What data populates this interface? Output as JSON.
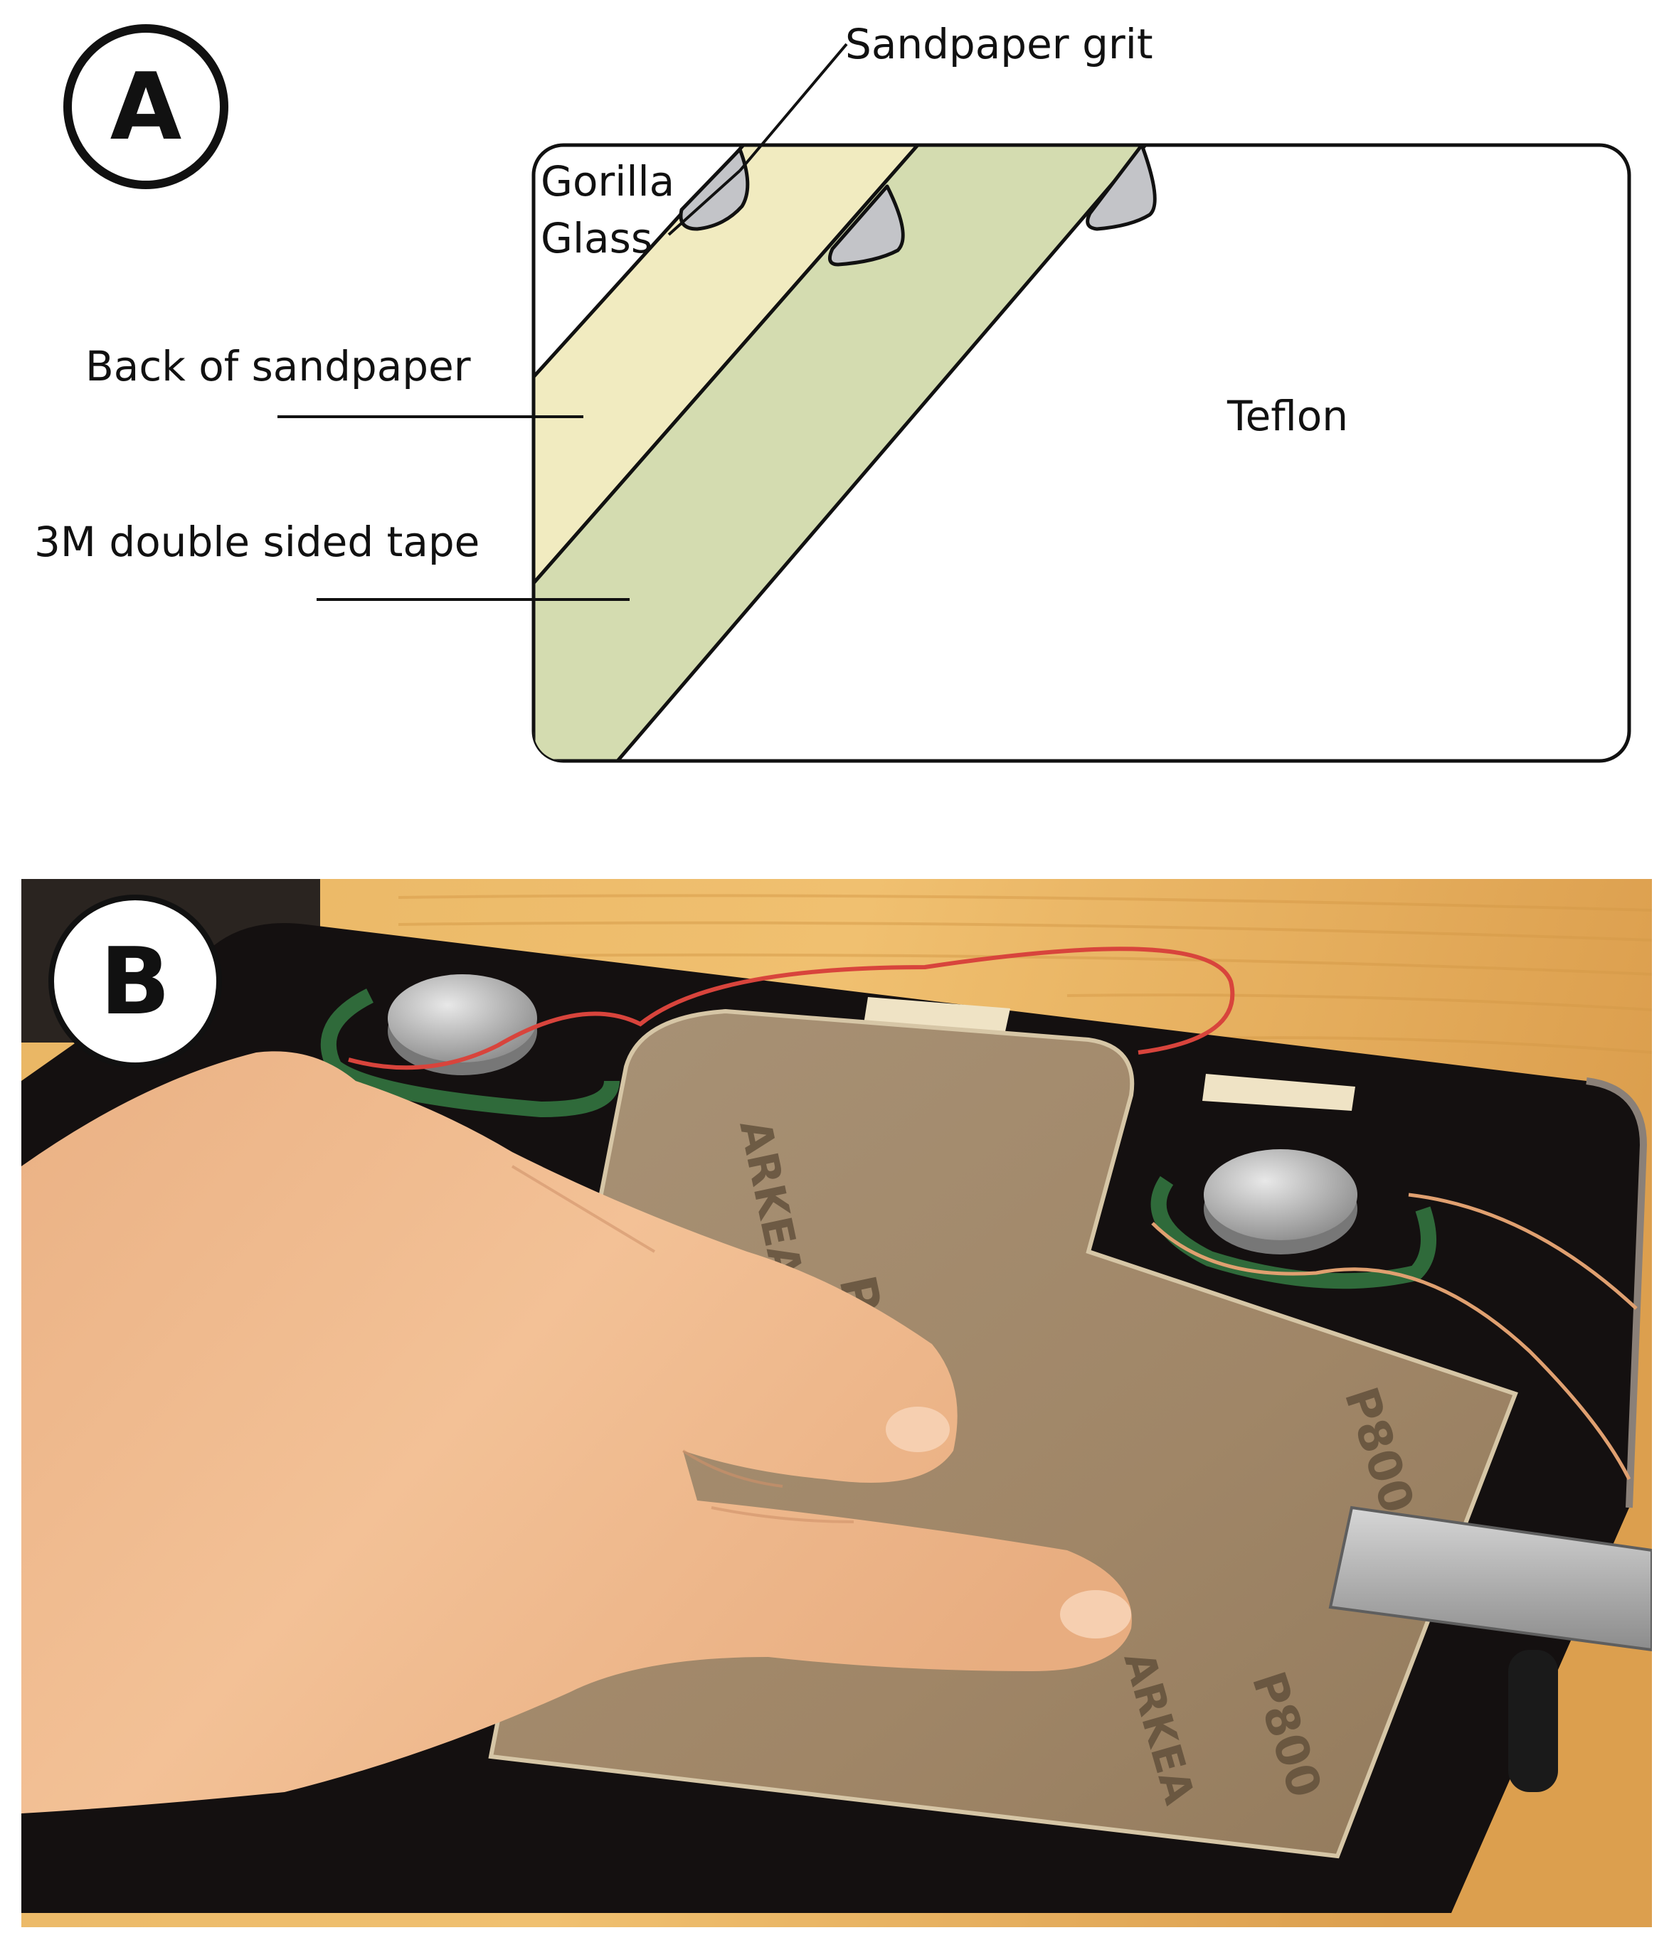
{
  "panel_a": {
    "letter": "A",
    "labels": {
      "sandpaper_grit": "Sandpaper grit",
      "gorilla_line1": "Gorilla",
      "gorilla_line2": "Glass",
      "back_of_sandpaper": "Back of sandpaper",
      "tape": "3M double sided tape",
      "teflon": "Teflon"
    },
    "colors": {
      "sandpaper_back": "#f1ebc0",
      "tape": "#d4dcb0",
      "grit": "#c3c4c8",
      "teflon": "#ffffff",
      "outline": "#111111"
    }
  },
  "panel_b": {
    "letter": "B",
    "sandpaper_markings": [
      "P800",
      "P800",
      "P800",
      "ARKEA",
      "ARKEA"
    ],
    "colors": {
      "wood": "#e8b25e",
      "tablet": "#141010",
      "sandpaper": "#a68e6d",
      "skin": "#f0b988",
      "wire_red": "#d8443c",
      "wire_copper": "#e0a070",
      "metal": "#b8b8b8"
    }
  }
}
